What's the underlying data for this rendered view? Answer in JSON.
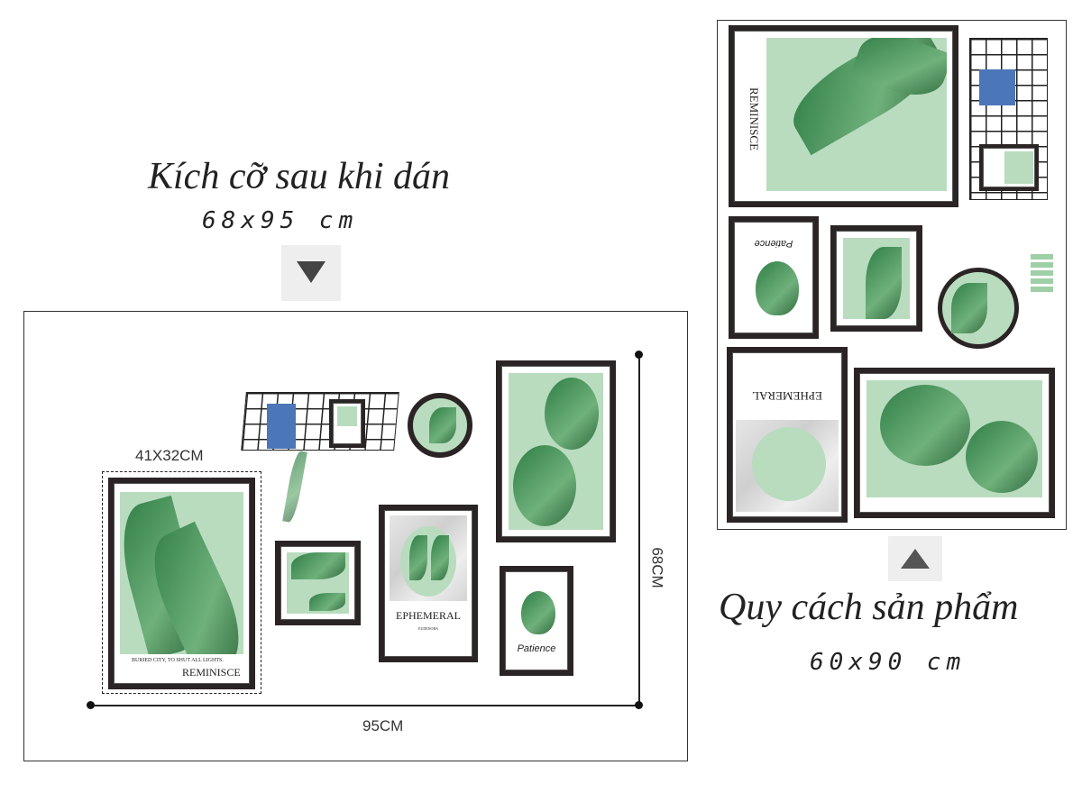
{
  "left": {
    "title": "Kích cỡ sau khi dán",
    "size": "68x95 cm",
    "arrow_icon": "triangle-down",
    "piece_label": "41X32CM",
    "width_label": "95CM",
    "height_label": "68CM",
    "posters": {
      "reminisce_tagline": "BURIED CITY, TO SHUT ALL LIGHTS.",
      "reminisce_title": "REMINISCE",
      "ephemeral_title": "EPHEMERAL",
      "ephemeral_sub": "EUDENORA",
      "patience_title": "Patience"
    }
  },
  "right": {
    "title": "Quy cách sản phẩm",
    "size": "60x90 cm",
    "arrow_icon": "triangle-up"
  },
  "colors": {
    "frame": "#2b2424",
    "leaf_bg": "#b9dcbf",
    "leaf": "#2f7d45"
  }
}
